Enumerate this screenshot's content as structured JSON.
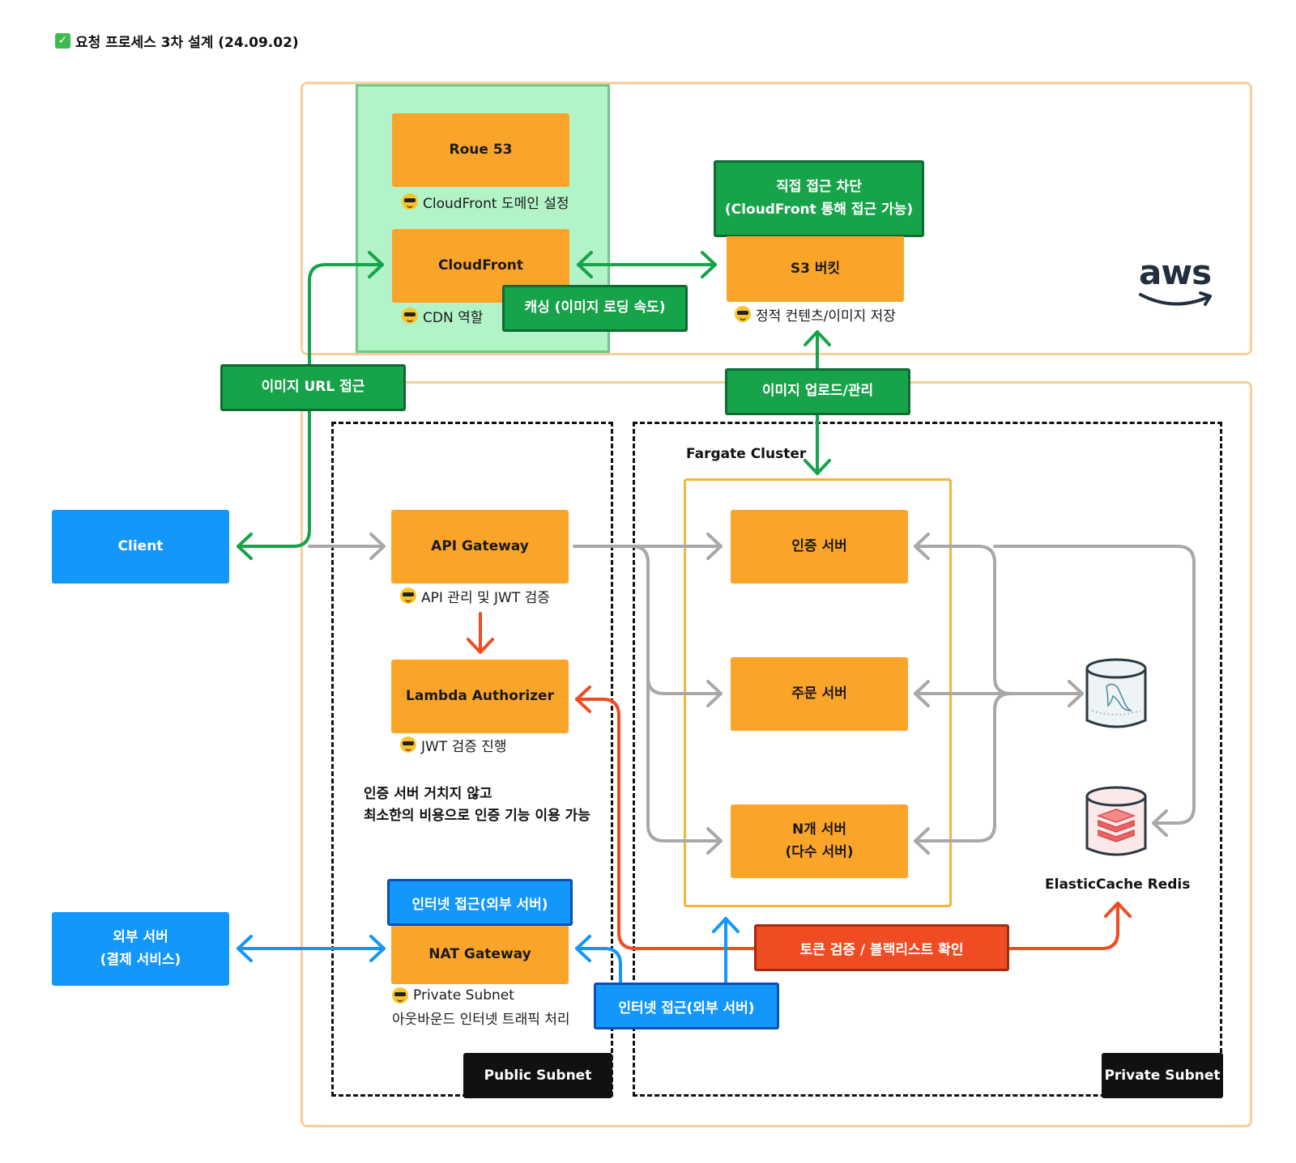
{
  "title": "요청 프로세스 3차 설계 (24.09.02)",
  "colors": {
    "orange": "#fba42a",
    "blue": "#1497fb",
    "green": "#17a34a",
    "red": "#f04c23",
    "gray": "#a8a8a8"
  },
  "nodes": {
    "route53": "Roue 53",
    "route53_note": "CloudFront 도메인 설정",
    "cloudfront": "CloudFront",
    "cloudfront_note": "CDN 역할",
    "caching": "캐싱 (이미지 로딩 속도)",
    "block_line1": "직접 접근 차단",
    "block_line2": "(CloudFront 통해 접근 가능)",
    "s3": "S3 버킷",
    "s3_note": "정적 컨텐츠/이미지 저장",
    "image_url": "이미지 URL 접근",
    "image_upload": "이미지 업로드/관리",
    "client": "Client",
    "api_gateway": "API Gateway",
    "api_note": "API 관리 및 JWT 검증",
    "lambda": "Lambda Authorizer",
    "lambda_note": "JWT 검증 진행",
    "auth_note_line1": "인증 서버 거치지 않고",
    "auth_note_line2": "최소한의 비용으로 인증 기능 이용 가능",
    "internet_access": "인터넷 접근(외부 서버)",
    "nat": "NAT Gateway",
    "nat_note1": "Private Subnet",
    "nat_note2": "아웃바운드 인터넷 트래픽 처리",
    "ext_line1": "외부 서버",
    "ext_line2": "(결제 서비스)",
    "fargate": "Fargate Cluster",
    "auth_server": "인증 서버",
    "order_server": "주문 서버",
    "n_line1": "N개 서버",
    "n_line2": "(다수 서버)",
    "token": "토큰 검증 / 블랙리스트 확인",
    "internet_access2": "인터넷 접근(외부 서버)",
    "redis": "ElasticCache Redis",
    "public_subnet": "Public Subnet",
    "private_subnet": "Private Subnet",
    "aws_logo": "aws"
  }
}
